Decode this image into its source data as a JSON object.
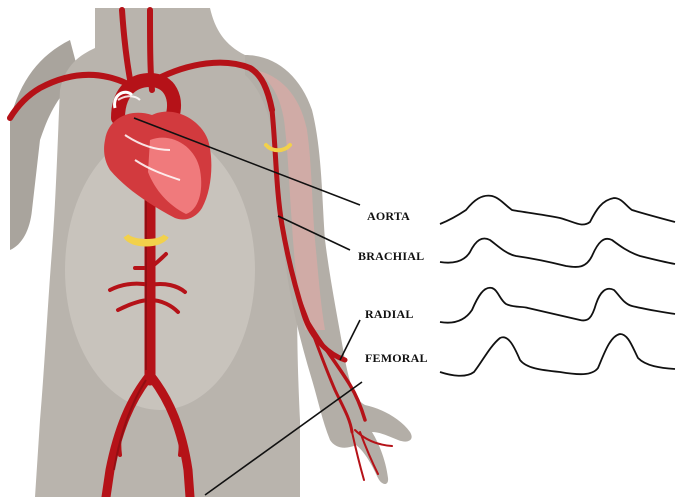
{
  "labels": {
    "aorta": "AORTA",
    "brachial": "BRACHIAL",
    "radial": "RADIAL",
    "femoral": "FEMORAL"
  },
  "colors": {
    "background": "#ffffff",
    "body_skin": "#b9b4ad",
    "body_shadow": "#8f8a84",
    "torso_highlight": "#cfcbc5",
    "artery": "#b51218",
    "artery_dark": "#7d0c10",
    "heart": "#d23a3e",
    "heart_light": "#f07a7c",
    "arm_highlight": "#e8a9a6",
    "pulse_marker": "#f2d14b",
    "waveform": "#111111",
    "leader_line": "#111111"
  },
  "icons": [
    "heart-icon",
    "pulse-marker"
  ]
}
